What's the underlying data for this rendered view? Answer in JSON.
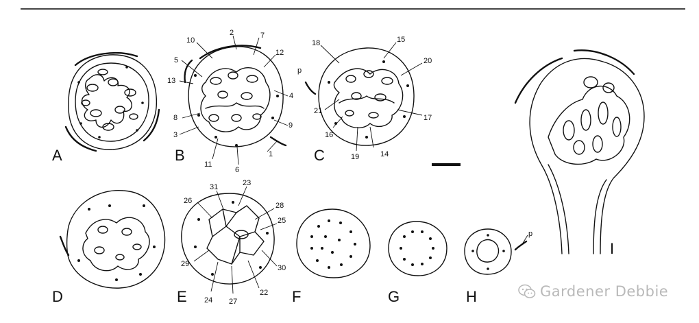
{
  "panels": [
    {
      "id": "A",
      "label": "A"
    },
    {
      "id": "B",
      "label": "B"
    },
    {
      "id": "C",
      "label": "C"
    },
    {
      "id": "D",
      "label": "D"
    },
    {
      "id": "E",
      "label": "E"
    },
    {
      "id": "F",
      "label": "F"
    },
    {
      "id": "G",
      "label": "G"
    },
    {
      "id": "H",
      "label": "H"
    },
    {
      "id": "I",
      "label": "I"
    }
  ],
  "callouts": {
    "b": [
      "1",
      "2",
      "3",
      "4",
      "5",
      "6",
      "7",
      "8",
      "9",
      "10",
      "11",
      "12",
      "13"
    ],
    "c": [
      "p",
      "14",
      "15",
      "16",
      "17",
      "18",
      "19",
      "20",
      "21"
    ],
    "e": [
      "22",
      "23",
      "24",
      "25",
      "26",
      "27",
      "28",
      "29",
      "30",
      "31"
    ],
    "h": [
      "p"
    ]
  },
  "watermark": {
    "text": "Gardener Debbie",
    "icon": "wechat-icon"
  }
}
